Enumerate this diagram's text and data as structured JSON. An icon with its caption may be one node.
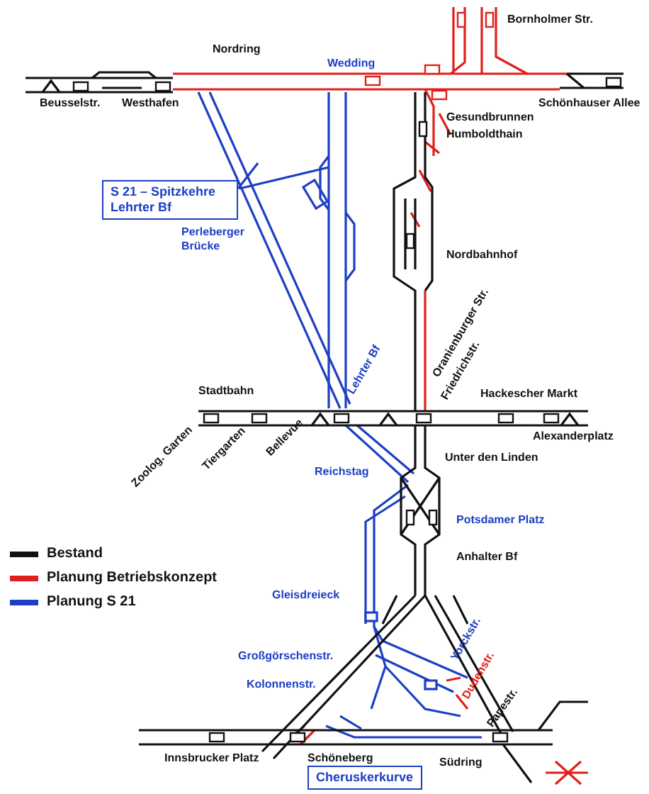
{
  "diagram": {
    "nodes": [
      {
        "text": [
          "S 21 – Spitzkehre Lehrter Bf"
        ]
      },
      {
        "text": [
          "Cheruskerkurve"
        ]
      }
    ],
    "labels": [
      "Nordring",
      "Bornholmer Str.",
      "Wedding",
      "Beusselstr.",
      "Westhafen",
      "Schönhauser Allee",
      "Gesundbrunnen",
      "Humboldthain",
      "Perleberger Brücke",
      "Nordbahnhof",
      "Lehrter Bf",
      "Oranienburger Str.",
      "Friedrichstr.",
      "Stadtbahn",
      "Hackescher Markt",
      "Zoolog. Garten",
      "Tiergarten",
      "Bellevue",
      "Alexanderplatz",
      "Reichstag",
      "Unter den Linden",
      "Potsdamer Platz",
      "Anhalter Bf",
      "Gleisdreieck",
      "Yorckstr.",
      "Großgörschenstr.",
      "Dudenstr.",
      "Kolonnenstr.",
      "Papestr.",
      "Innsbrucker Platz",
      "Schöneberg",
      "Südring"
    ],
    "legend": [
      {
        "text": "Bestand",
        "color": "#111111"
      },
      {
        "text": "Planung Betriebskonzept",
        "color": "#e0201c"
      },
      {
        "text": "Planung S 21",
        "color": "#1d3fc4"
      }
    ]
  }
}
